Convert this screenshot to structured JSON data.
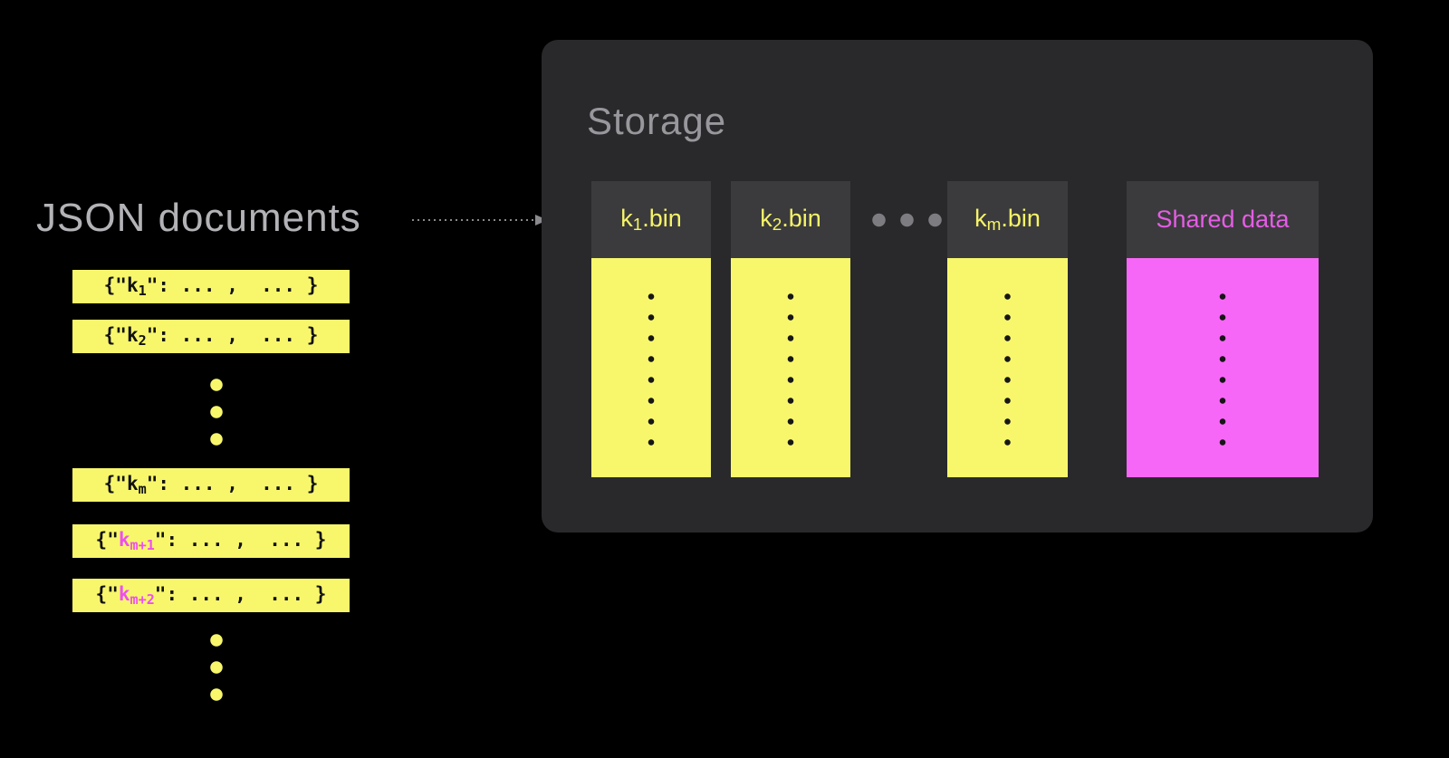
{
  "left": {
    "title": "JSON documents",
    "docs": [
      {
        "open": "{\"",
        "key": "k",
        "sub": "1",
        "close": "\": ... ,  ... }",
        "key_class": "doc-key"
      },
      {
        "open": "{\"",
        "key": "k",
        "sub": "2",
        "close": "\": ... ,  ... }",
        "key_class": "doc-key"
      },
      {
        "open": "{\"",
        "key": "k",
        "sub": "m",
        "close": "\": ... ,  ... }",
        "key_class": "doc-key"
      },
      {
        "open": "{\"",
        "key": "k",
        "sub": "m+1",
        "close": "\": ... ,  ... }",
        "key_class": "doc-key magenta-key"
      },
      {
        "open": "{\"",
        "key": "k",
        "sub": "m+2",
        "close": "\": ... ,  ... }",
        "key_class": "doc-key magenta-key"
      }
    ]
  },
  "storage": {
    "title": "Storage",
    "files": [
      {
        "name": "k",
        "sub": "1",
        "ext": ".bin"
      },
      {
        "name": "k",
        "sub": "2",
        "ext": ".bin"
      },
      {
        "name": "k",
        "sub": "m",
        "ext": ".bin"
      }
    ],
    "shared": {
      "label": "Shared data"
    }
  },
  "colors": {
    "background": "#000000",
    "yellow": "#f8f76c",
    "magenta": "#f767f7",
    "magenta_text": "#e55de5",
    "panel": "#29292c",
    "column_header": "#3b3b3d",
    "title_gray": "#a5a4a9"
  }
}
